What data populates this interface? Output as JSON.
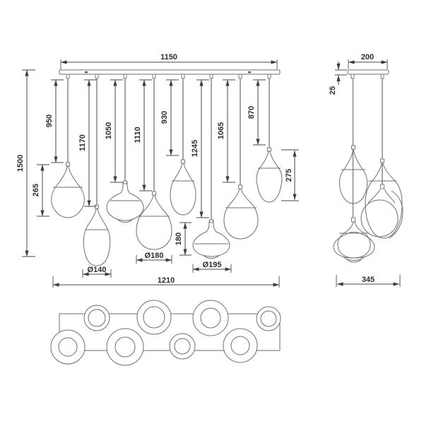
{
  "front_view": {
    "canopy_width": "1150",
    "total_height": "1500",
    "overall_width": "1210",
    "drops": {
      "d1": "950",
      "d2": "1170",
      "d3": "1050",
      "d4": "1110",
      "d5": "930",
      "d6": "1245",
      "d7": "1065",
      "d8": "870"
    },
    "shade_heights": {
      "s1": "265",
      "s6": "180",
      "s8": "275"
    },
    "diameters": {
      "p2": "Ø140",
      "p4": "Ø180",
      "p6": "Ø195"
    }
  },
  "side_view": {
    "canopy_width": "200",
    "canopy_thickness": "25",
    "overall_width": "345"
  },
  "colors": {
    "dimension_line": "#4a4a4a",
    "drawing_line": "#6e6e6e",
    "text": "#2d2d2d",
    "background": "#ffffff"
  }
}
